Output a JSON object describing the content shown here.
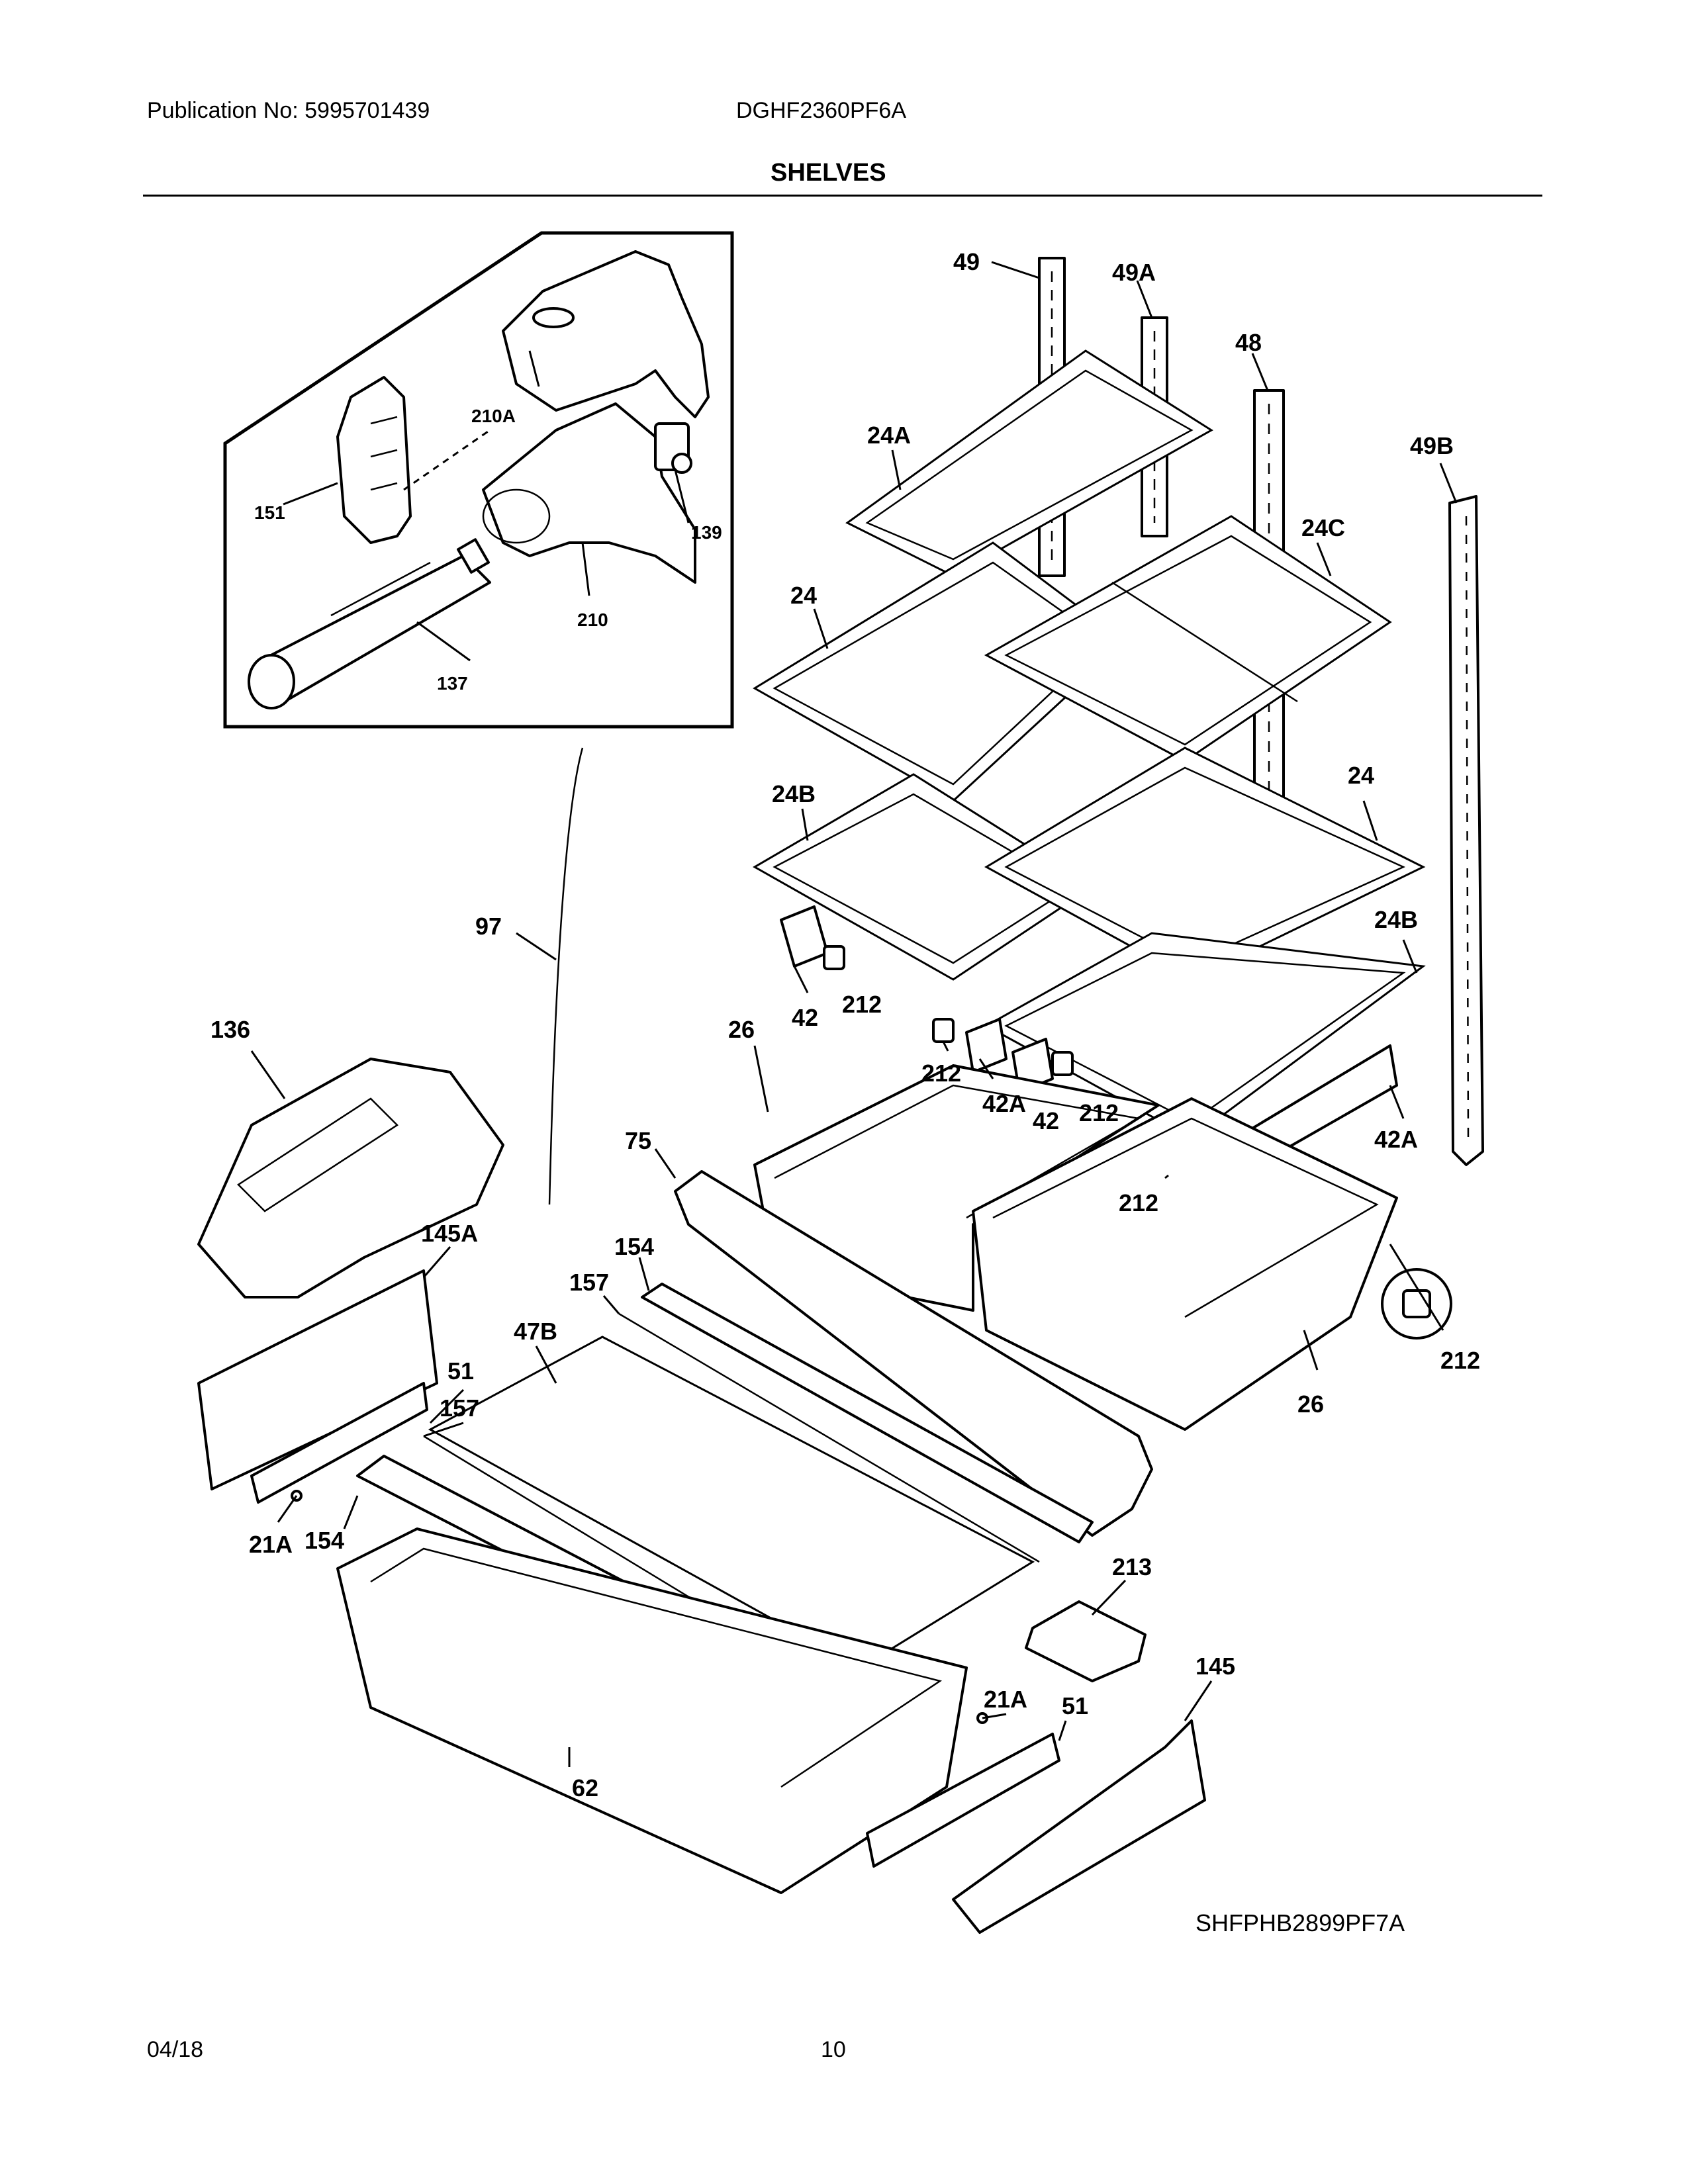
{
  "header": {
    "publication": "Publication No: 5995701439",
    "model": "DGHF2360PF6A",
    "section": "SHELVES"
  },
  "footer": {
    "date": "04/18",
    "page": "10"
  },
  "diagram": {
    "code": "SHFPHB2899PF7A",
    "callouts": {
      "c49": "49",
      "c49A": "49A",
      "c48": "48",
      "c49B": "49B",
      "c24A": "24A",
      "c24C": "24C",
      "c24_top": "24",
      "c24_right": "24",
      "c24B_left": "24B",
      "c24B_right": "24B",
      "c210A": "210A",
      "c151": "151",
      "c139": "139",
      "c210": "210",
      "c137": "137",
      "c97": "97",
      "c136": "136",
      "c42_left": "42",
      "c212_a": "212",
      "c26_left": "26",
      "c212_b": "212",
      "c42A_mid": "42A",
      "c42_mid": "42",
      "c212_c": "212",
      "c42A_right": "42A",
      "c212_d": "212",
      "c212_e": "212",
      "c26_right": "26",
      "c75": "75",
      "c154_top": "154",
      "c157_top": "157",
      "c145A": "145A",
      "c47B": "47B",
      "c51_left": "51",
      "c157_left": "157",
      "c21A_left": "21A",
      "c154_left": "154",
      "c213": "213",
      "c145": "145",
      "c21A_right": "21A",
      "c51_right": "51",
      "c62": "62"
    }
  }
}
